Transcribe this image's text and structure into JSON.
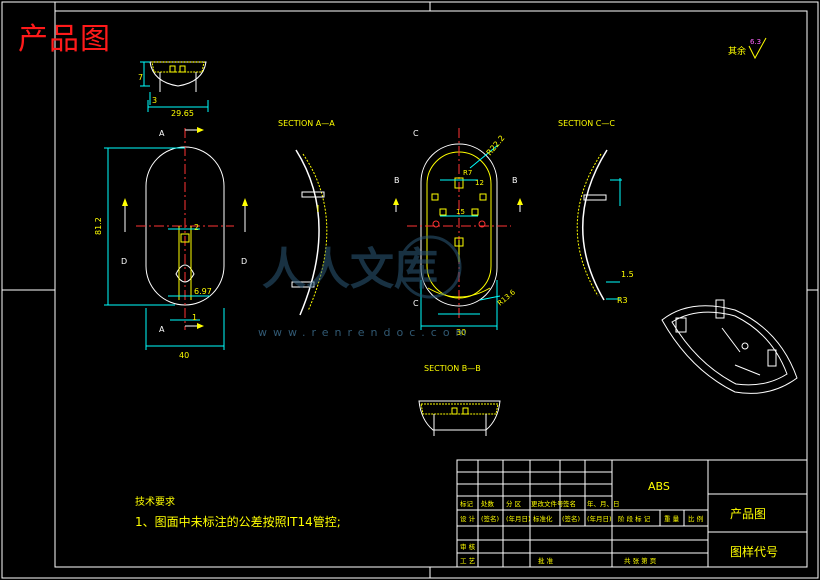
{
  "title": "产品图",
  "roughness": {
    "label": "其余",
    "value": "6.3"
  },
  "sections": {
    "aa": "SECTION A—A",
    "cc": "SECTION C—C",
    "bb": "SECTION B—B"
  },
  "view_labels": {
    "a": "A",
    "b": "B",
    "c": "C",
    "d": "D"
  },
  "dimensions": {
    "top_width": "29.65",
    "top_h1": "7",
    "top_h2": "3",
    "height": "81.2",
    "width": "40",
    "center_2": "2",
    "d697": "6.97",
    "one": "1",
    "r22": "R22.2",
    "r7": "R7",
    "d12": "12",
    "d15": "15",
    "d30": "30",
    "r13": "R13.6",
    "d15b": "1.5",
    "r3": "R3"
  },
  "watermark": {
    "text": "人人文库",
    "url": "www.renrendoc.com"
  },
  "tech": {
    "heading": "技术要求",
    "line1": "1、图面中未标注的公差按照IT14管控;"
  },
  "title_block": {
    "material": "ABS",
    "name": "产品图",
    "code_label": "图样代号",
    "row_labels": [
      "标记",
      "处数",
      "分 区",
      "更改文件号",
      "签名",
      "年、月、日"
    ],
    "row2": [
      "设 计",
      "(签名)",
      "(年月日)",
      "标准化",
      "(签名)",
      "(年月日)"
    ],
    "stage_labels": [
      "阶 段 标 记",
      "重 量",
      "比 例"
    ],
    "row_check": "审 核",
    "row_process": "工 艺",
    "row_approve": "批 准",
    "sheet": "共   张   第   页"
  }
}
